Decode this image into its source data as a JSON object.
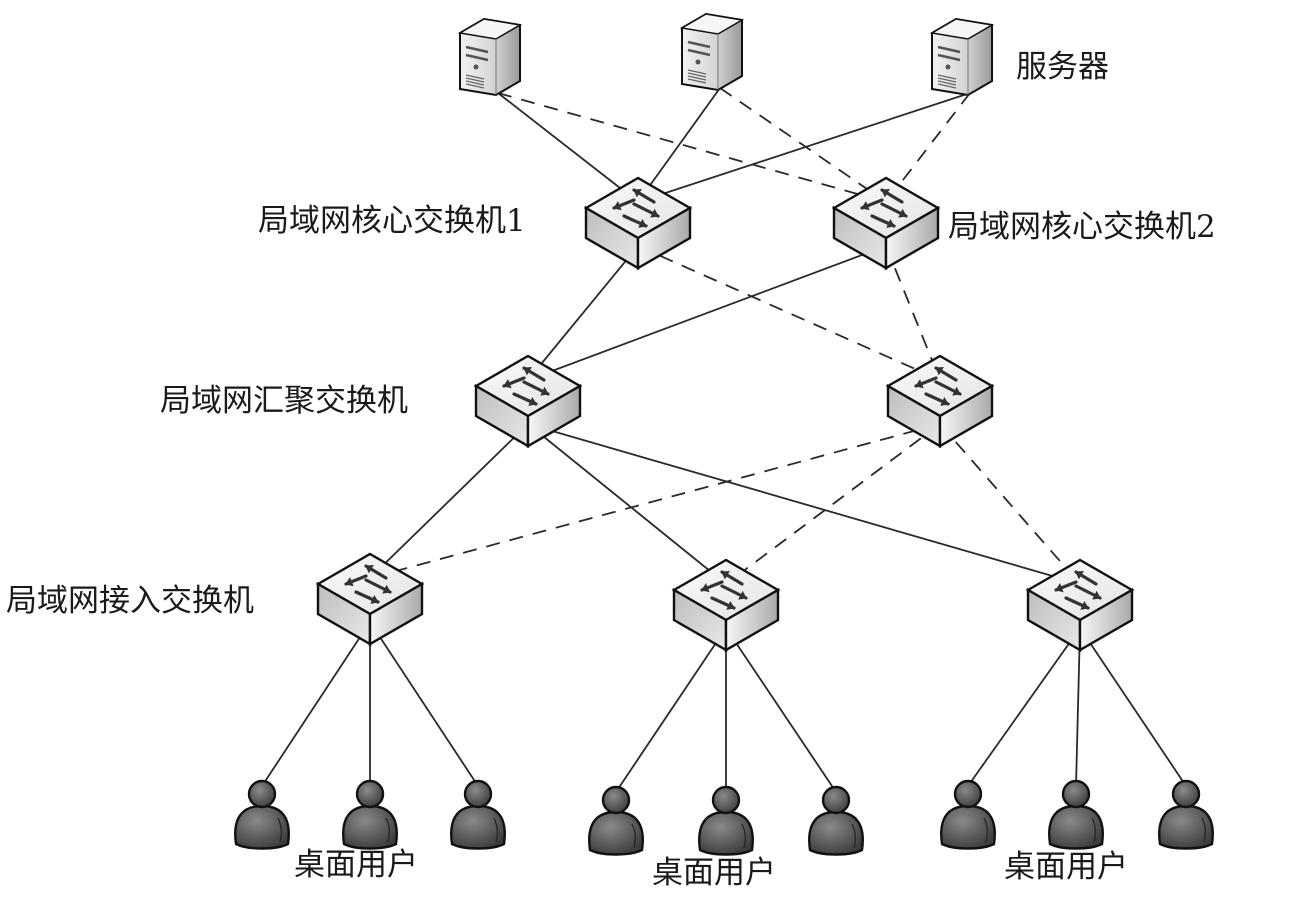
{
  "diagram": {
    "title": "",
    "colors": {
      "line": "#2a2a2a",
      "device_top": "#f4f4f4",
      "device_left": "#cfcfcf",
      "device_right": "#ececec",
      "user_fill": "#5a5a5a",
      "outline": "#111111"
    },
    "labels": {
      "servers": "服务器",
      "core1": "局域网核心交换机1",
      "core2": "局域网核心交换机2",
      "aggregation": "局域网汇聚交换机",
      "access": "局域网接入交换机",
      "users1": "桌面用户",
      "users2": "桌面用户",
      "users3": "桌面用户"
    },
    "nodes": [
      {
        "id": "server1",
        "type": "server",
        "layer": "server"
      },
      {
        "id": "server2",
        "type": "server",
        "layer": "server"
      },
      {
        "id": "server3",
        "type": "server",
        "layer": "server"
      },
      {
        "id": "core1",
        "type": "switch",
        "layer": "core"
      },
      {
        "id": "core2",
        "type": "switch",
        "layer": "core"
      },
      {
        "id": "agg1",
        "type": "switch",
        "layer": "aggregation"
      },
      {
        "id": "agg2",
        "type": "switch",
        "layer": "aggregation"
      },
      {
        "id": "acc1",
        "type": "switch",
        "layer": "access"
      },
      {
        "id": "acc2",
        "type": "switch",
        "layer": "access"
      },
      {
        "id": "acc3",
        "type": "switch",
        "layer": "access"
      },
      {
        "id": "u1",
        "type": "user",
        "group": "acc1"
      },
      {
        "id": "u2",
        "type": "user",
        "group": "acc1"
      },
      {
        "id": "u3",
        "type": "user",
        "group": "acc1"
      },
      {
        "id": "u4",
        "type": "user",
        "group": "acc2"
      },
      {
        "id": "u5",
        "type": "user",
        "group": "acc2"
      },
      {
        "id": "u6",
        "type": "user",
        "group": "acc2"
      },
      {
        "id": "u7",
        "type": "user",
        "group": "acc3"
      },
      {
        "id": "u8",
        "type": "user",
        "group": "acc3"
      },
      {
        "id": "u9",
        "type": "user",
        "group": "acc3"
      }
    ],
    "edges": [
      {
        "from": "server1",
        "to": "core1",
        "style": "solid"
      },
      {
        "from": "server1",
        "to": "core2",
        "style": "dashed"
      },
      {
        "from": "server2",
        "to": "core1",
        "style": "solid"
      },
      {
        "from": "server2",
        "to": "core2",
        "style": "dashed"
      },
      {
        "from": "server3",
        "to": "core1",
        "style": "solid"
      },
      {
        "from": "server3",
        "to": "core2",
        "style": "dashed"
      },
      {
        "from": "core1",
        "to": "agg1",
        "style": "solid"
      },
      {
        "from": "core1",
        "to": "agg2",
        "style": "dashed"
      },
      {
        "from": "core2",
        "to": "agg1",
        "style": "solid"
      },
      {
        "from": "core2",
        "to": "agg2",
        "style": "dashed"
      },
      {
        "from": "agg1",
        "to": "acc1",
        "style": "solid"
      },
      {
        "from": "agg1",
        "to": "acc2",
        "style": "solid"
      },
      {
        "from": "agg1",
        "to": "acc3",
        "style": "solid"
      },
      {
        "from": "agg2",
        "to": "acc1",
        "style": "dashed"
      },
      {
        "from": "agg2",
        "to": "acc2",
        "style": "dashed"
      },
      {
        "from": "agg2",
        "to": "acc3",
        "style": "dashed"
      },
      {
        "from": "acc1",
        "to": "u1",
        "style": "solid"
      },
      {
        "from": "acc1",
        "to": "u2",
        "style": "solid"
      },
      {
        "from": "acc1",
        "to": "u3",
        "style": "solid"
      },
      {
        "from": "acc2",
        "to": "u4",
        "style": "solid"
      },
      {
        "from": "acc2",
        "to": "u5",
        "style": "solid"
      },
      {
        "from": "acc2",
        "to": "u6",
        "style": "solid"
      },
      {
        "from": "acc3",
        "to": "u7",
        "style": "solid"
      },
      {
        "from": "acc3",
        "to": "u8",
        "style": "solid"
      },
      {
        "from": "acc3",
        "to": "u9",
        "style": "solid"
      }
    ]
  }
}
